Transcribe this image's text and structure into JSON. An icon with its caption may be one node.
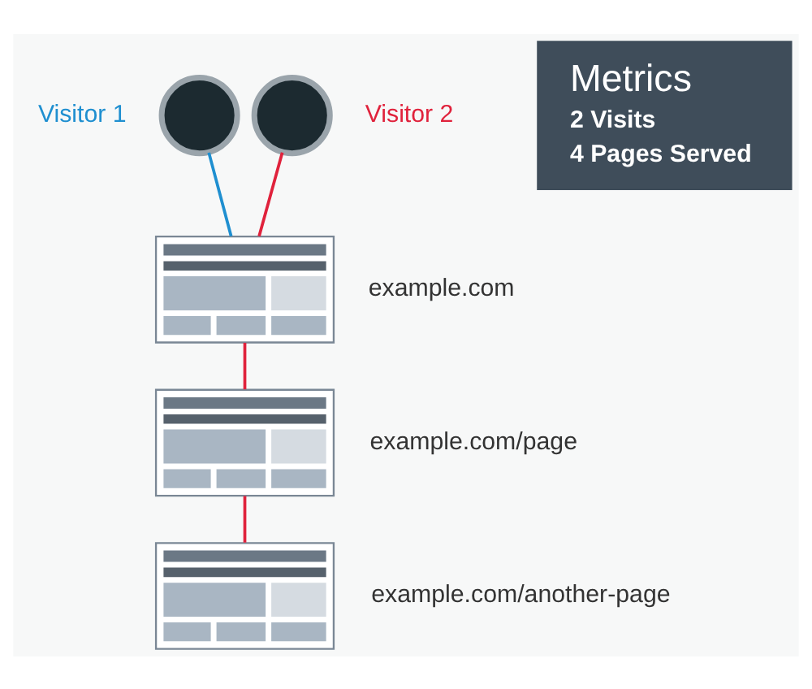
{
  "diagram": {
    "nodes": [
      {
        "text": [],
        "shape": "person",
        "beside": [
          "Visitor 1"
        ]
      },
      {
        "text": [],
        "shape": "person",
        "beside": [
          "Visitor 2"
        ]
      },
      {
        "text": [
          "Metrics",
          "2 Visits",
          "4 Pages Served"
        ]
      },
      {
        "text": [],
        "shape": "picture",
        "beside": [
          "example.com"
        ]
      },
      {
        "text": [],
        "shape": "picture",
        "beside": [
          "example.com/page"
        ]
      },
      {
        "text": [],
        "shape": "picture",
        "beside": [
          "example.com/another-page"
        ]
      }
    ],
    "edges": [
      {
        "from": 0,
        "to": 3,
        "arrow": "none",
        "color": "#1f8fd0"
      },
      {
        "from": 1,
        "to": 3,
        "arrow": "none"
      },
      {
        "from": 3,
        "to": 4,
        "arrow": "none"
      },
      {
        "from": 4,
        "to": 5,
        "arrow": "none"
      }
    ]
  }
}
